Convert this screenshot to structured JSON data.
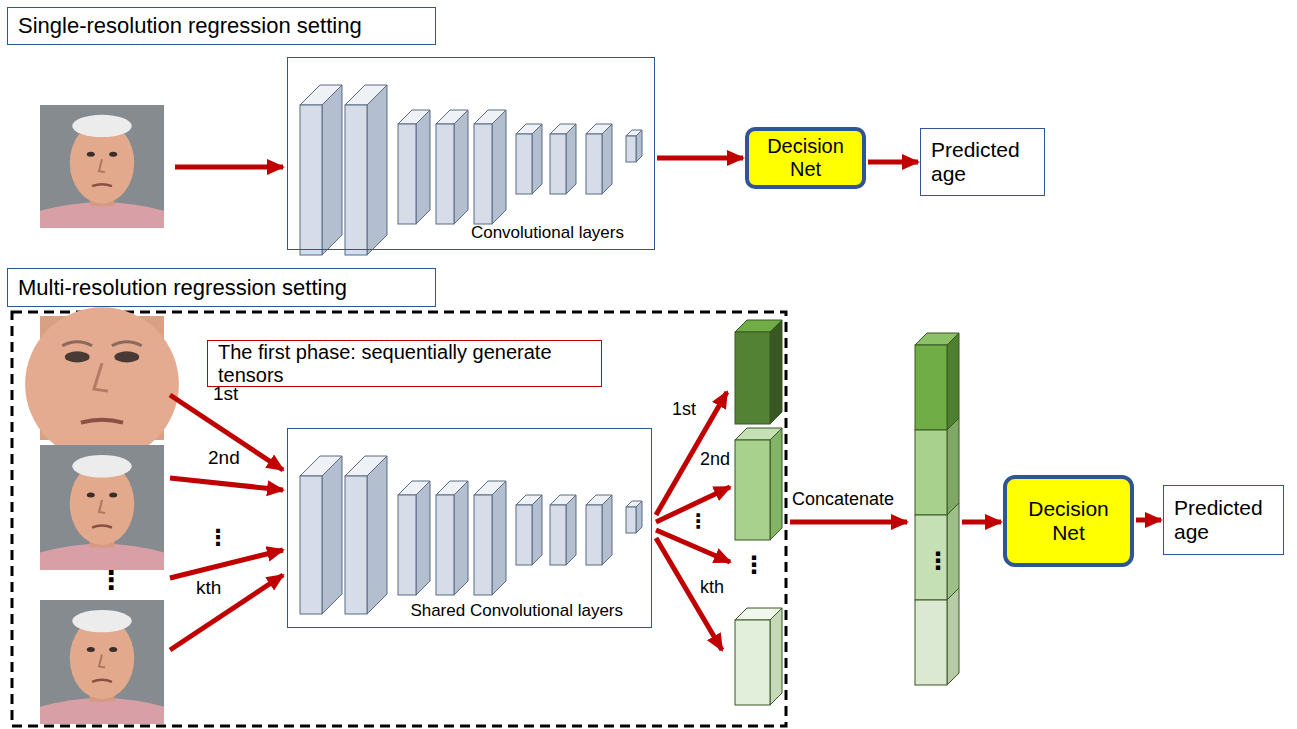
{
  "diagram": {
    "nodes": [
      {
        "text": [
          "Single-resolution regression setting"
        ]
      },
      {
        "text": [
          "Convolutional layers"
        ]
      },
      {
        "text": [
          "Decision Net"
        ]
      },
      {
        "text": [
          "Predicted age"
        ]
      },
      {
        "text": [
          "Multi-resolution regression setting"
        ]
      },
      {
        "text": [
          "The first phase: sequentially generate tensors"
        ]
      },
      {
        "text": [
          "Shared Convolutional layers"
        ]
      },
      {
        "text": [
          "Decision Net"
        ]
      },
      {
        "text": [
          "Predicted age"
        ]
      }
    ],
    "edges": [
      {
        "from": 1,
        "to": 2,
        "arrow": "to"
      },
      {
        "from": 2,
        "to": 3,
        "arrow": "to"
      },
      {
        "from": 7,
        "to": 8,
        "arrow": "to"
      }
    ],
    "labels": [
      "1st",
      "2nd",
      "⋮",
      "kth",
      "⋮",
      "1st",
      "2nd",
      "⋮",
      "kth",
      "⋮",
      "Concatenate",
      "⋮"
    ]
  }
}
